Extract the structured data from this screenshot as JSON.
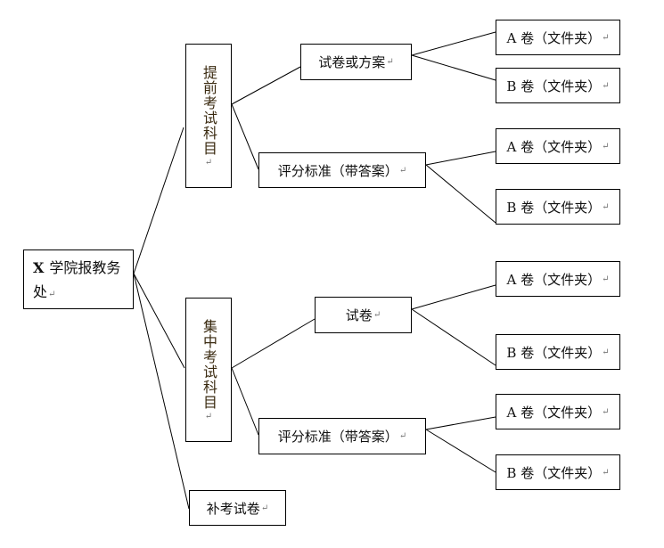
{
  "pilcrow": "↵",
  "root": {
    "prefix": "X",
    "label": "学院报教务处"
  },
  "branches": {
    "advance": {
      "label": "提前考试科目"
    },
    "central": {
      "label": "集中考试科目"
    },
    "makeup": {
      "label": "补考试卷"
    }
  },
  "advance_children": {
    "papers": "试卷或方案",
    "scoring": "评分标准（带答案）"
  },
  "central_children": {
    "papers": "试卷",
    "scoring": "评分标准（带答案）"
  },
  "leaves": {
    "a": "A 卷（文件夹）",
    "b": "B 卷（文件夹）"
  }
}
